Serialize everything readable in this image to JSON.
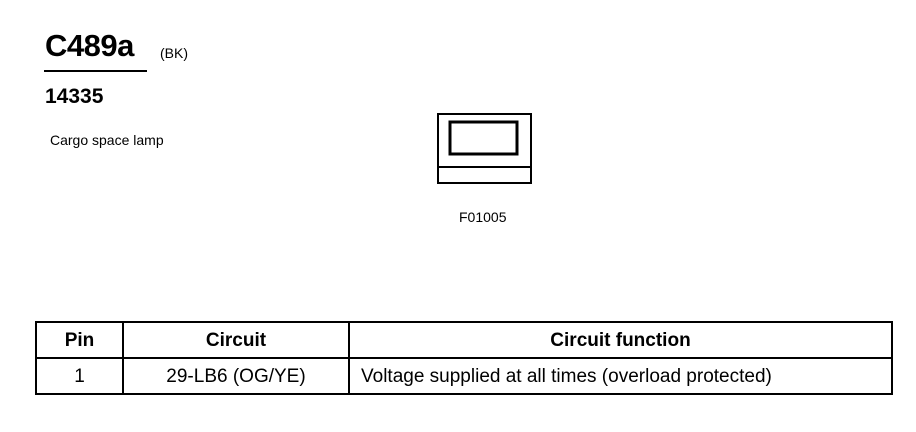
{
  "connector": {
    "id": "C489a",
    "color": "(BK)",
    "part_number": "14335",
    "description": "Cargo space lamp",
    "figure_code": "F01005"
  },
  "pin_table": {
    "headers": {
      "pin": "Pin",
      "circuit": "Circuit",
      "function": "Circuit function"
    },
    "rows": [
      {
        "pin": "1",
        "circuit": "29-LB6 (OG/YE)",
        "function": "Voltage supplied at all times (overload protected)"
      }
    ]
  }
}
